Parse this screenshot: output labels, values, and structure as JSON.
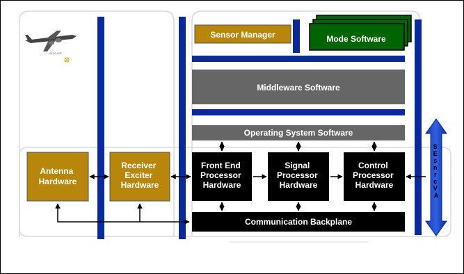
{
  "diagram": {
    "sensor_manager": "Sensor Manager",
    "mode_software": "Mode Software",
    "middleware": "Middleware Software",
    "os": "Operating System Software",
    "antenna": [
      "Antenna",
      "Hardware"
    ],
    "receiver": [
      "Receiver",
      "Exciter",
      "Hardware"
    ],
    "front_end": [
      "Front End",
      "Processor",
      "Hardware"
    ],
    "signal": [
      "Signal",
      "Processor",
      "Hardware"
    ],
    "control": [
      "Control",
      "Processor",
      "Hardware"
    ],
    "backplane": "Communication Backplane",
    "side_label": [
      "S",
      "E",
      "s",
      "n",
      "r",
      "c",
      "V",
      "A"
    ],
    "plane_caption": "NATO-ISR",
    "colors": {
      "brown": "#b8860b",
      "black": "#000000",
      "green": "#006400",
      "grey": "#666666",
      "blue": "#0a2a9c",
      "panel_border": "#d8d8d8"
    }
  }
}
